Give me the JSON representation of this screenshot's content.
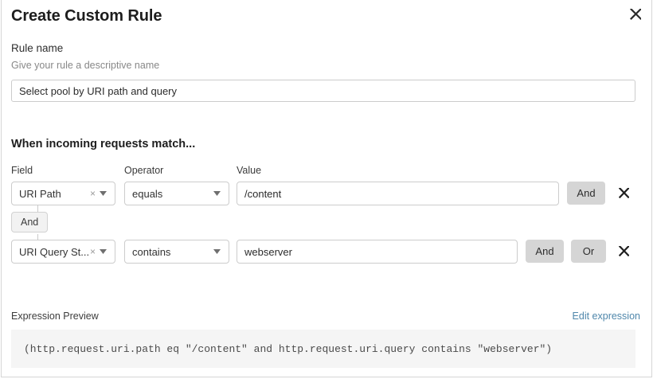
{
  "dialog": {
    "title": "Create Custom Rule",
    "close_icon": "close-icon"
  },
  "rule_name": {
    "label": "Rule name",
    "hint": "Give your rule a descriptive name",
    "value": "Select pool by URI path and query",
    "placeholder": "Select pool by URI path and query"
  },
  "match_section": {
    "heading": "When incoming requests match...",
    "columns": {
      "field": "Field",
      "operator": "Operator",
      "value": "Value"
    },
    "connector_badge": "And",
    "rows": [
      {
        "field": "URI Path",
        "operator": "equals",
        "value": "/content",
        "clear_icon": "×",
        "buttons": [
          "And"
        ],
        "delete_icon": "close-icon"
      },
      {
        "field": "URI Query St...",
        "operator": "contains",
        "value": "webserver",
        "clear_icon": "×",
        "buttons": [
          "And",
          "Or"
        ],
        "delete_icon": "close-icon"
      }
    ]
  },
  "expression": {
    "label": "Expression Preview",
    "edit_link": "Edit expression",
    "code": "(http.request.uri.path eq \"/content\" and http.request.uri.query contains \"webserver\")"
  },
  "colors": {
    "link": "#4f87ab",
    "button_bg": "#d5d5d5",
    "code_bg": "#f5f5f5",
    "border": "#cccccc"
  }
}
